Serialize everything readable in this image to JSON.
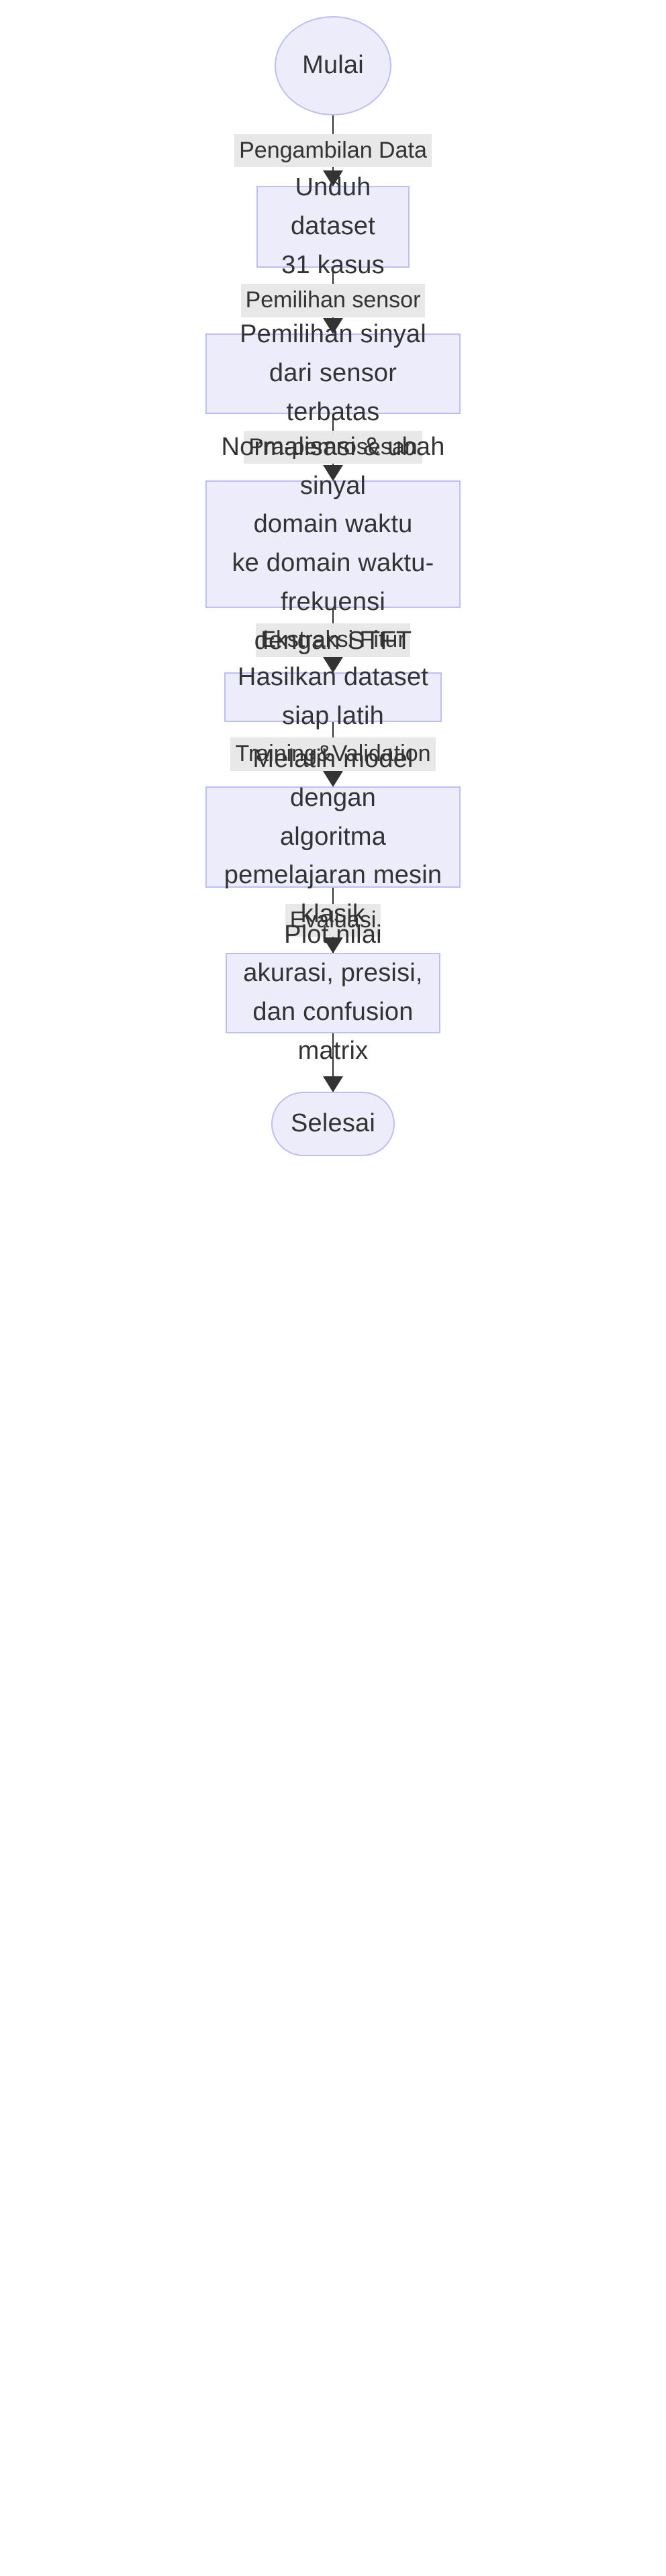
{
  "diagram": {
    "kind": "flowchart",
    "direction": "top-to-bottom",
    "language": "Indonesian",
    "colors": {
      "node_fill": "#ECECFB",
      "node_border": "#BEBEF6",
      "edge_line": "#333333",
      "edge_label_background": "#E8E8E8",
      "text": "#333333",
      "canvas": "#FFFFFF"
    },
    "nodes": [
      {
        "id": "start",
        "shape": "ellipse",
        "lines": [
          "Mulai"
        ]
      },
      {
        "id": "download",
        "shape": "rect",
        "lines": [
          "Unduh dataset",
          "31 kasus"
        ]
      },
      {
        "id": "select",
        "shape": "rect",
        "lines": [
          "Pemilihan sinyal dari sensor",
          "terbatas"
        ]
      },
      {
        "id": "preprocess",
        "shape": "rect",
        "lines": [
          "Normalisasi & ubah sinyal",
          "domain waktu",
          "ke domain waktu-frekuensi",
          "dengan STFT"
        ]
      },
      {
        "id": "dataset",
        "shape": "rect",
        "lines": [
          "Hasilkan dataset siap latih"
        ]
      },
      {
        "id": "train",
        "shape": "rect",
        "lines": [
          "Melatih model dengan",
          "algoritma pemelajaran mesin",
          "klasik"
        ]
      },
      {
        "id": "plot",
        "shape": "rect",
        "lines": [
          "Plot nilai akurasi, presisi,",
          "dan confusion matrix"
        ]
      },
      {
        "id": "end",
        "shape": "stadium",
        "lines": [
          "Selesai"
        ]
      }
    ],
    "edges": [
      {
        "from": "start",
        "to": "download",
        "label": "Pengambilan Data"
      },
      {
        "from": "download",
        "to": "select",
        "label": "Pemilihan sensor"
      },
      {
        "from": "select",
        "to": "preprocess",
        "label": "Pra-pemrosesan"
      },
      {
        "from": "preprocess",
        "to": "dataset",
        "label": "Ekstraksi Fitur"
      },
      {
        "from": "dataset",
        "to": "train",
        "label": "Training&Validation"
      },
      {
        "from": "train",
        "to": "plot",
        "label": "Evaluasi"
      },
      {
        "from": "plot",
        "to": "end",
        "label": ""
      }
    ]
  }
}
